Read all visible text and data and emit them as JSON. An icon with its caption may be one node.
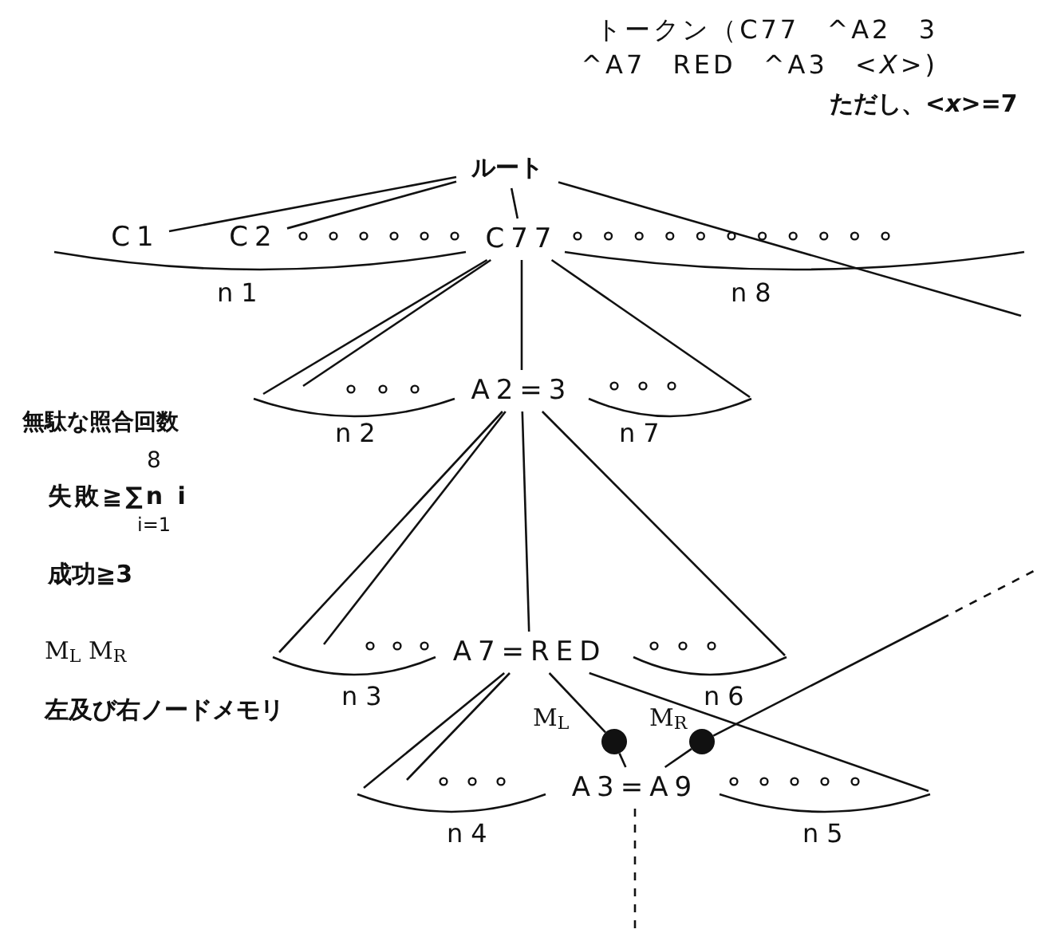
{
  "diagram": {
    "nodes": [
      {
        "text": [
          "ルート"
        ]
      },
      {
        "text": [],
        "shape": "arc",
        "beside": [
          "n1"
        ]
      },
      {
        "text": [
          "C1"
        ],
        "in": 1
      },
      {
        "text": [
          "C2"
        ],
        "in": 1
      },
      {
        "text": [
          "C77"
        ]
      },
      {
        "text": [],
        "shape": "arc",
        "beside": [
          "n8"
        ]
      },
      {
        "text": [],
        "shape": "arc",
        "beside": [
          "n2"
        ]
      },
      {
        "text": [
          "A2=3"
        ]
      },
      {
        "text": [],
        "shape": "arc",
        "beside": [
          "n7"
        ]
      },
      {
        "text": [],
        "shape": "arc",
        "beside": [
          "n3"
        ]
      },
      {
        "text": [
          "A7=RED"
        ]
      },
      {
        "text": [],
        "shape": "arc",
        "beside": [
          "n6"
        ]
      },
      {
        "text": [],
        "shape": "circle",
        "beside": [
          "M$_{L}$"
        ]
      },
      {
        "text": [],
        "shape": "circle",
        "beside": [
          "M$_{R}$"
        ]
      },
      {
        "text": [],
        "shape": "arc",
        "beside": [
          "n4"
        ]
      },
      {
        "text": [
          "A3=A9"
        ]
      },
      {
        "text": [],
        "shape": "arc",
        "beside": [
          "n5"
        ]
      }
    ],
    "edges": [
      {
        "from": 0,
        "to": 2,
        "arrow": "none"
      },
      {
        "from": 0,
        "to": 3,
        "arrow": "none"
      },
      {
        "from": 0,
        "to": 4,
        "arrow": "none"
      },
      {
        "from": 0,
        "to": null,
        "arrow": "none"
      },
      {
        "from": 4,
        "to": 6,
        "arrow": "none"
      },
      {
        "from": 4,
        "to": 6,
        "arrow": "none"
      },
      {
        "from": 4,
        "to": 7,
        "arrow": "none"
      },
      {
        "from": 4,
        "to": 8,
        "arrow": "none"
      },
      {
        "from": 7,
        "to": 9,
        "arrow": "none"
      },
      {
        "from": 7,
        "to": 9,
        "arrow": "none"
      },
      {
        "from": 7,
        "to": 10,
        "arrow": "none"
      },
      {
        "from": 7,
        "to": 11,
        "arrow": "none"
      },
      {
        "from": 10,
        "to": 14,
        "arrow": "none"
      },
      {
        "from": 10,
        "to": 14,
        "arrow": "none"
      },
      {
        "from": 10,
        "to": 12,
        "arrow": "none"
      },
      {
        "from": 10,
        "to": 16,
        "arrow": "none"
      },
      {
        "from": 12,
        "to": 15,
        "arrow": "none"
      },
      {
        "from": null,
        "to": 13,
        "arrow": "none"
      },
      {
        "from": 13,
        "to": 15,
        "arrow": "none"
      },
      {
        "from": 15,
        "to": null,
        "arrow": "none",
        "style": "dashed"
      }
    ],
    "labels": [
      "トークン（C77 ^A2 3 ^A7 RED ^A3 <*X*>)",
      "ただし、<*x*>=7",
      "無駄な照合回数",
      "8",
      "失敗≧∑n i",
      "i=1",
      "成功≧3",
      "M$_{L}$ M$_{R}$",
      "左及び右ノードメモリ"
    ]
  }
}
